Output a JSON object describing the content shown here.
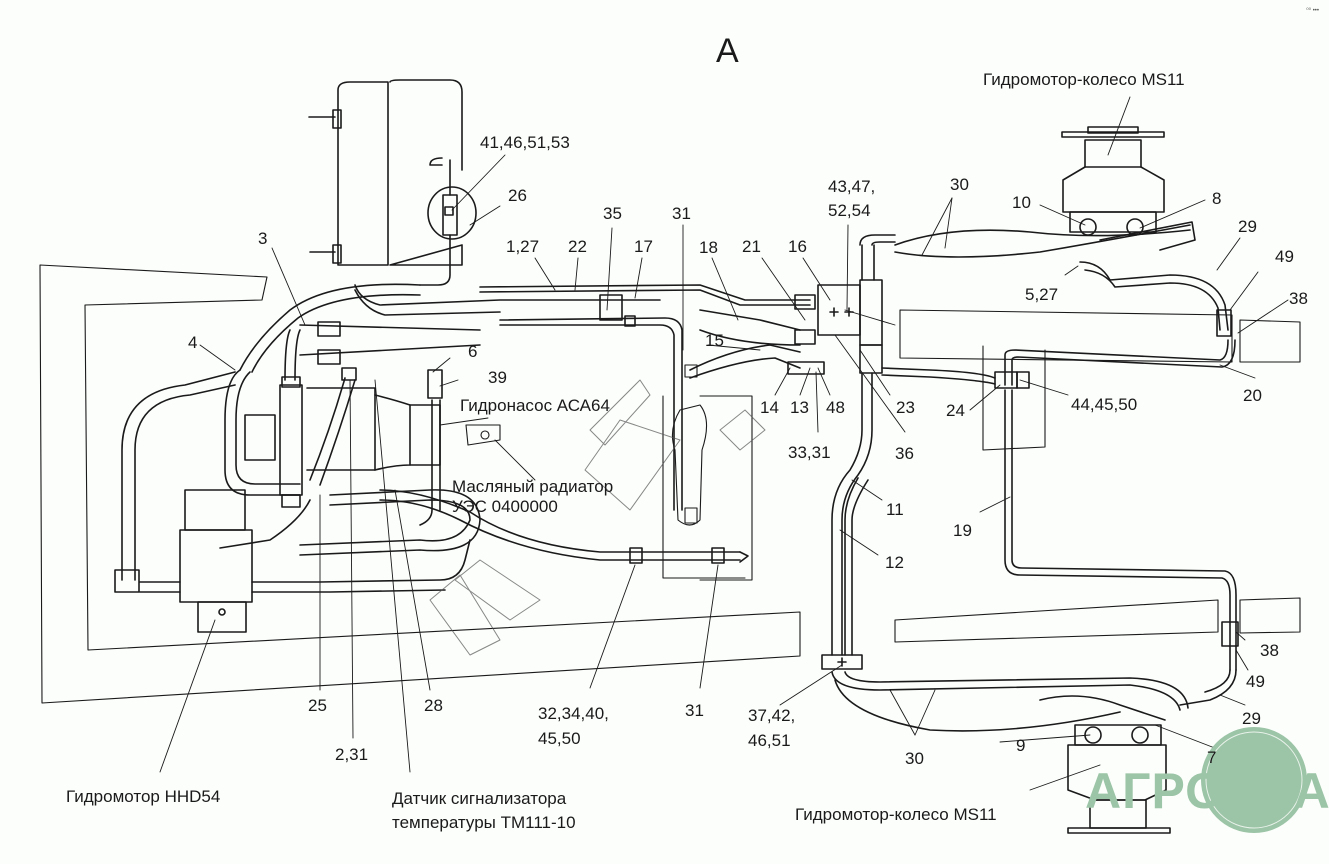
{
  "diagram": {
    "title": "А",
    "corner_mark": "⁰⁰ •••",
    "components": {
      "wheel_motor_top": "Гидромотор-колесо MS11",
      "wheel_motor_bottom": "Гидромотор-колесо MS11",
      "pump": "Гидронасос АСА64",
      "radiator": "Масляный радиатор\nУЭС 0400000",
      "motor_hhd": "Гидромотор HHD54",
      "temp_sensor": "Датчик сигнализатора\nтемпературы ТМ111-10"
    },
    "callouts": {
      "c41_46_51_53": "41,46,51,53",
      "c26": "26",
      "c3": "3",
      "c4": "4",
      "c6": "6",
      "c39": "39",
      "c1_27": "1,27",
      "c22": "22",
      "c35": "35",
      "c17": "17",
      "c31_top": "31",
      "c18": "18",
      "c21": "21",
      "c16": "16",
      "c43_47_52_54": "43,47,\n52,54",
      "c30_top": "30",
      "c10": "10",
      "c8": "8",
      "c29_top": "29",
      "c49_top": "49",
      "c38_top": "38",
      "c5_27": "5,27",
      "c15": "15",
      "c14": "14",
      "c13": "13",
      "c48": "48",
      "c33_31": "33,31",
      "c23": "23",
      "c36": "36",
      "c24": "24",
      "c44_45_50": "44,45,50",
      "c20": "20",
      "c11": "11",
      "c12": "12",
      "c19": "19",
      "c25": "25",
      "c2_31": "2,31",
      "c28": "28",
      "c32_34_40_45_50": "32,34,40,\n45,50",
      "c31_bottom": "31",
      "c37_42_46_51": "37,42,\n46,51",
      "c30_bottom": "30",
      "c9": "9",
      "c7": "7",
      "c38_bottom": "38",
      "c49_bottom": "49",
      "c29_bottom": "29"
    },
    "watermark": {
      "text": "АГРОНКА",
      "color": "#9cc4a6"
    },
    "line_color": "#1a1a1a"
  }
}
